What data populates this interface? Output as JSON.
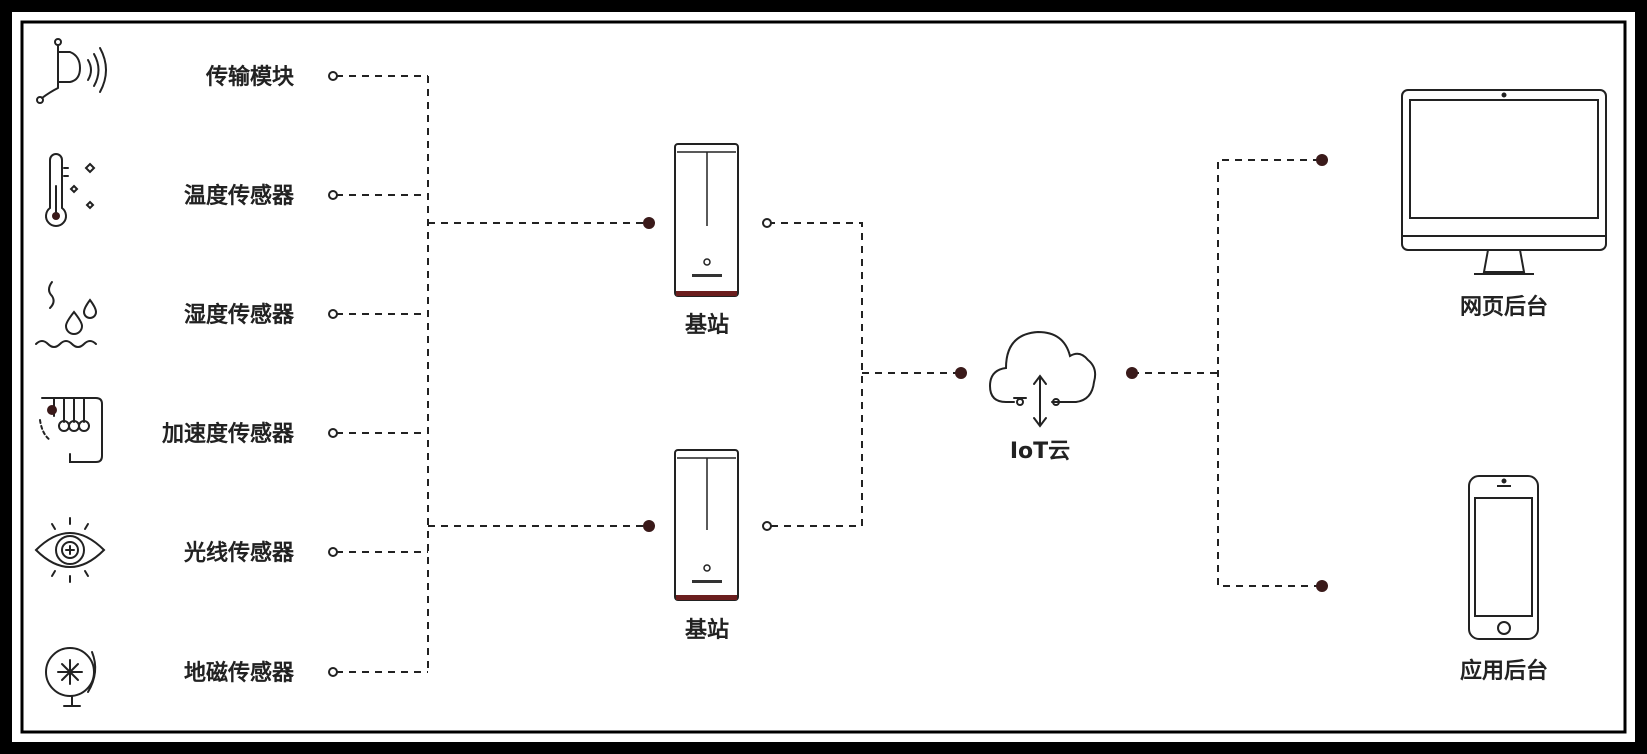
{
  "colors": {
    "border": "#000000",
    "background": "#ffffff",
    "line": "#222222",
    "dot": "#3a1a1a",
    "accent": "#6b1e1e"
  },
  "sensors": [
    {
      "label": "传输模块",
      "icon": "antenna-signal-icon"
    },
    {
      "label": "温度传感器",
      "icon": "thermometer-icon"
    },
    {
      "label": "湿度传感器",
      "icon": "water-drops-icon"
    },
    {
      "label": "加速度传感器",
      "icon": "newton-cradle-icon"
    },
    {
      "label": "光线传感器",
      "icon": "eye-icon"
    },
    {
      "label": "地磁传感器",
      "icon": "globe-icon"
    }
  ],
  "stations": [
    {
      "label": "基站",
      "icon": "base-station-icon"
    },
    {
      "label": "基站",
      "icon": "base-station-icon"
    }
  ],
  "cloud": {
    "label": "IoT云",
    "icon": "cloud-icon"
  },
  "clients": [
    {
      "label": "网页后台",
      "icon": "monitor-icon"
    },
    {
      "label": "应用后台",
      "icon": "phone-icon"
    }
  ]
}
